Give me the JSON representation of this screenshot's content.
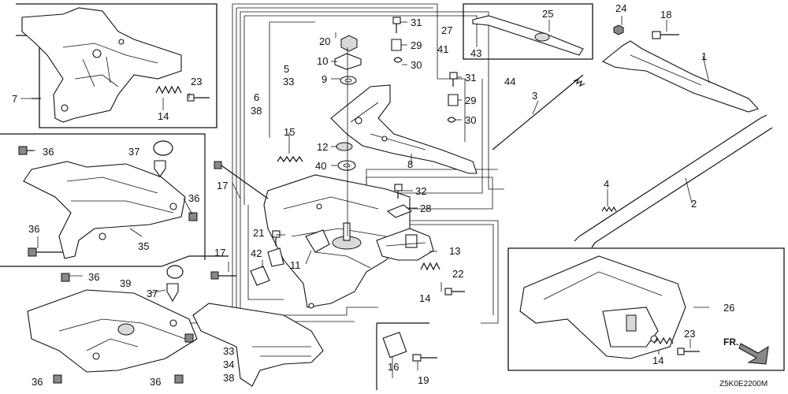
{
  "diagram_code": "Z5K0E2200M",
  "direction_label": "FR.",
  "part_numbers": {
    "p1": "1",
    "p2": "2",
    "p3": "3",
    "p4": "4",
    "p5": "5",
    "p6": "6",
    "p7": "7",
    "p8": "8",
    "p9": "9",
    "p10": "10",
    "p11": "11",
    "p12": "12",
    "p13": "13",
    "p14a": "14",
    "p14b": "14",
    "p14c": "14",
    "p15": "15",
    "p16": "16",
    "p17a": "17",
    "p17b": "17",
    "p18": "18",
    "p19": "19",
    "p20": "20",
    "p21": "21",
    "p22": "22",
    "p23a": "23",
    "p23b": "23",
    "p24": "24",
    "p25": "25",
    "p26": "26",
    "p27": "27",
    "p28": "28",
    "p29a": "29",
    "p29b": "29",
    "p30a": "30",
    "p30b": "30",
    "p31a": "31",
    "p31b": "31",
    "p32": "32",
    "p33a": "33",
    "p33b": "33",
    "p34": "34",
    "p35": "35",
    "p36a": "36",
    "p36b": "36",
    "p36c": "36",
    "p36d": "36",
    "p36e": "36",
    "p36f": "36",
    "p37a": "37",
    "p37b": "37",
    "p38a": "38",
    "p38b": "38",
    "p39": "39",
    "p40": "40",
    "p41": "41",
    "p42": "42",
    "p43": "43",
    "p44": "44"
  }
}
